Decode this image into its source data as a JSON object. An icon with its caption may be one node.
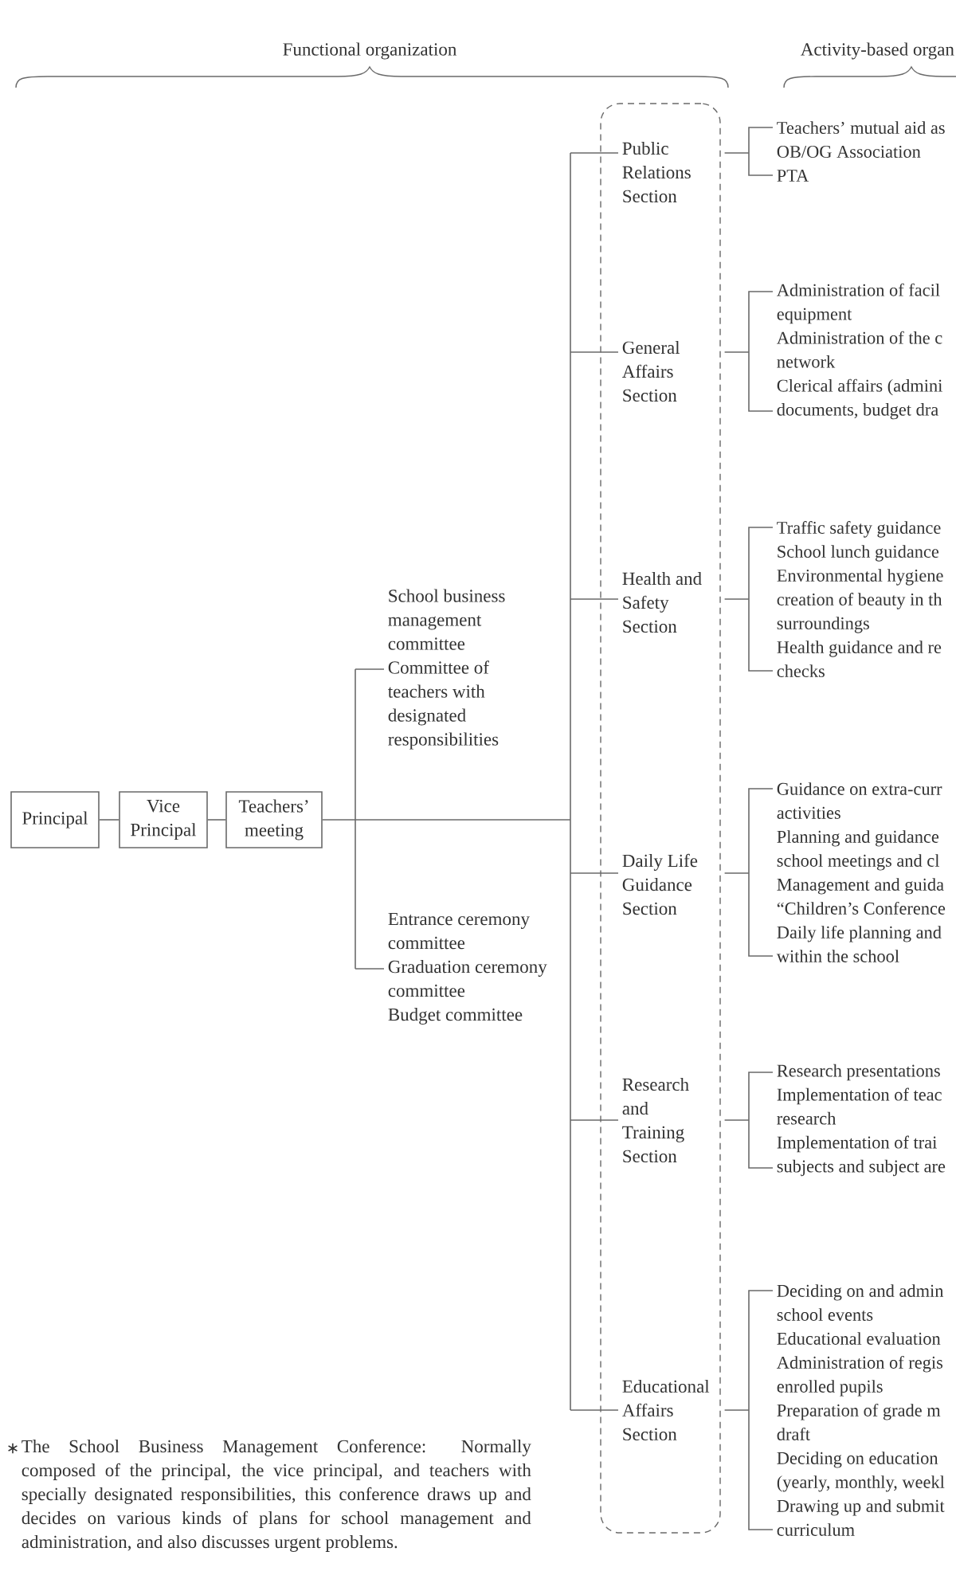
{
  "diagram": {
    "nodes": [
      {
        "text": [
          "Principal"
        ]
      },
      {
        "text": [
          "Vice Principal"
        ]
      },
      {
        "text": [
          "Teachers’ meeting"
        ]
      },
      {
        "text": [
          "School business management committee",
          "Committee of teachers with designated responsibilities"
        ]
      },
      {
        "text": [
          "Entrance ceremony committee",
          "Graduation ceremony committee",
          "Budget committee"
        ]
      },
      {
        "text": [],
        "shape": "box"
      },
      {
        "text": [
          "Public Relations Section"
        ],
        "in": 5
      },
      {
        "text": [
          "General Affairs Section"
        ],
        "in": 5
      },
      {
        "text": [
          "Health and Safety Section"
        ],
        "in": 5
      },
      {
        "text": [
          "Daily Life Guidance Section"
        ],
        "in": 5
      },
      {
        "text": [
          "Research and Training Section"
        ],
        "in": 5
      },
      {
        "text": [
          "Educational Affairs Section"
        ],
        "in": 5
      },
      {
        "text": [
          "Teachers’ mutual aid as",
          "OB/OG Association",
          "PTA"
        ]
      },
      {
        "text": [
          "Administration of facil equipment",
          "Administration of the c network",
          "Clerical affairs (admini documents, budget dra"
        ]
      },
      {
        "text": [
          "Traffic safety guidance",
          "School lunch guidance",
          "Environmental hygiene creation of beauty in th surroundings",
          "Health guidance and re checks"
        ]
      },
      {
        "text": [
          "Guidance on extra-curr activities",
          "Planning and guidance school meetings and cl",
          "Management and guida “Children’s Conference",
          "Daily life planning and within the school"
        ]
      },
      {
        "text": [
          "Research presentations",
          "Implementation of teac research",
          "Implementation of trai subjects and subject are"
        ]
      },
      {
        "text": [
          "Deciding on and admin school events",
          "Educational evaluation",
          "Administration of regis enrolled pupils",
          "Preparation of grade m draft",
          "Deciding on education (yearly, monthly, weekl",
          "Drawing up and submit curriculum"
        ]
      }
    ],
    "edges": [
      {
        "from": 0,
        "to": 1,
        "arrow": "none"
      },
      {
        "from": 1,
        "to": 2,
        "arrow": "none"
      },
      {
        "from": 2,
        "to": 3,
        "arrow": "none"
      },
      {
        "from": 2,
        "to": 4,
        "arrow": "none"
      },
      {
        "from": 2,
        "to": 6,
        "arrow": "none"
      },
      {
        "from": 2,
        "to": 7,
        "arrow": "none"
      },
      {
        "from": 2,
        "to": 8,
        "arrow": "none"
      },
      {
        "from": 2,
        "to": 9,
        "arrow": "none"
      },
      {
        "from": 2,
        "to": 10,
        "arrow": "none"
      },
      {
        "from": 2,
        "to": 11,
        "arrow": "none"
      },
      {
        "from": 6,
        "to": 12,
        "arrow": "none"
      },
      {
        "from": 7,
        "to": 13,
        "arrow": "none"
      },
      {
        "from": 8,
        "to": 14,
        "arrow": "none"
      },
      {
        "from": 9,
        "to": 15,
        "arrow": "none"
      },
      {
        "from": 10,
        "to": 16,
        "arrow": "none"
      },
      {
        "from": 11,
        "to": 17,
        "arrow": "none"
      }
    ],
    "labels": [
      "Functional organization",
      "Activity-based organ",
      "∗",
      "The School Business Management Conference: Normally composed of the principal, the vice principal, and teachers with specially designated responsibilities, this conference draws up and decides on various kinds of plans for school management and administration, and also discusses urgent problems."
    ]
  }
}
